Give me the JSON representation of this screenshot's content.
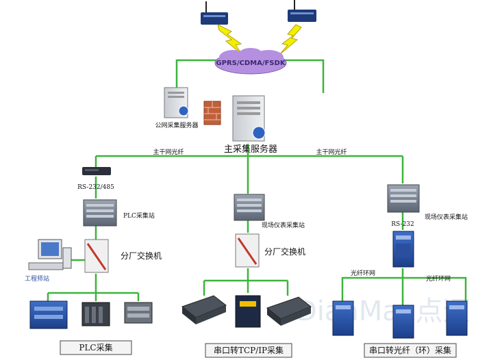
{
  "cloud": {
    "label": "GPRS/CDMA/FSDK"
  },
  "servers": {
    "public": "公网采集服务器",
    "main": "主采集服务器"
  },
  "links": {
    "trunk_left": "主干网光纤",
    "trunk_right": "主干网光纤",
    "ring_left": "光纤环网",
    "ring_right": "光纤环网"
  },
  "left_branch": {
    "serial": "RS-232/485",
    "station": "PLC采集站",
    "switch": "分厂交换机",
    "workstation": "工程师站",
    "footer": "PLC采集"
  },
  "mid_branch": {
    "station": "现场仪表采集站",
    "switch": "分厂交换机",
    "footer": "串口转TCP/IP采集"
  },
  "right_branch": {
    "station": "现场仪表采集站",
    "serial": "RS-232",
    "footer": "串口转光纤（环）采集"
  },
  "watermark": "DianMai 点迈",
  "colors": {
    "link": "#3cb43c",
    "cloud": "#b58fe0",
    "lightning": "#f0f000"
  }
}
